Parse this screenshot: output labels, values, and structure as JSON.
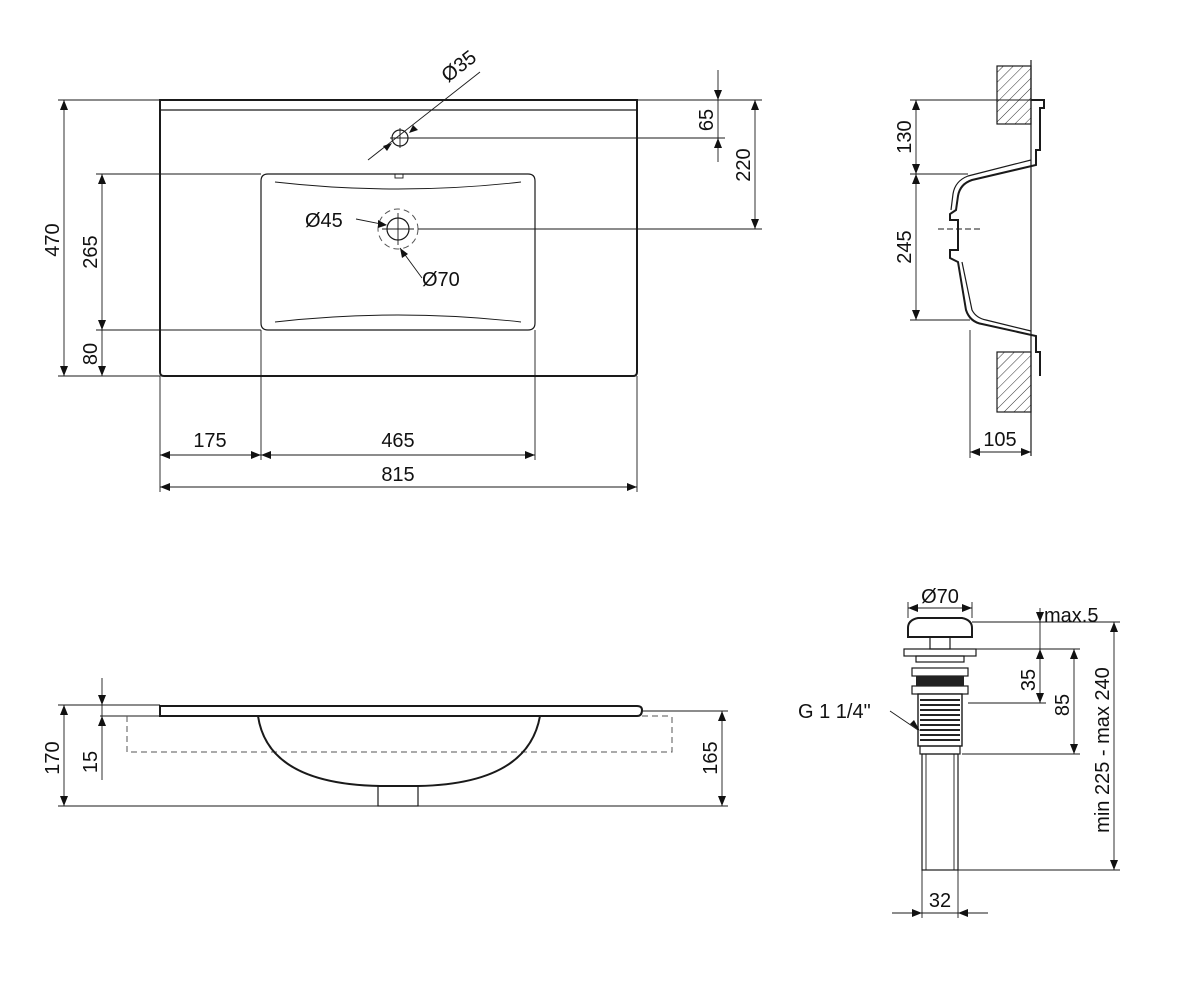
{
  "top_view": {
    "hole_tap": "Ø35",
    "hole_drain": "Ø45",
    "hole_drain_outer": "Ø70",
    "dim_65": "65",
    "dim_220": "220",
    "dim_470": "470",
    "dim_265": "265",
    "dim_80": "80",
    "dim_175": "175",
    "dim_465": "465",
    "dim_815": "815"
  },
  "side_section": {
    "dim_130": "130",
    "dim_245": "245",
    "dim_105": "105"
  },
  "front_view": {
    "dim_170": "170",
    "dim_15": "15",
    "dim_165": "165"
  },
  "drain_view": {
    "dim_d70": "Ø70",
    "dim_max5": "max.5",
    "dim_35": "35",
    "dim_85": "85",
    "dim_range": "min 225 - max 240",
    "thread": "G 1 1/4\"",
    "dim_32": "32"
  }
}
